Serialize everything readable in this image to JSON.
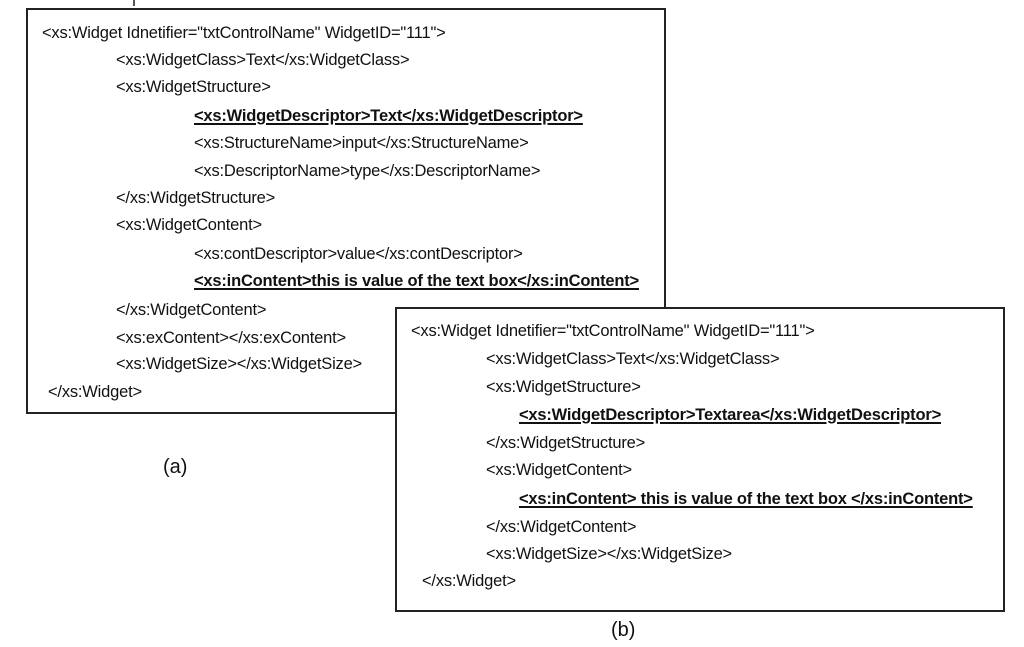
{
  "panel_a": {
    "caption": "(a)",
    "lines": [
      "<xs:Widget Idnetifier=\"txtControlName\" WidgetID=\"111\">",
      "<xs:WidgetClass>Text</xs:WidgetClass>",
      "<xs:WidgetStructure>",
      "<xs:WidgetDescriptor>Text</xs:WidgetDescriptor>",
      "<xs:StructureName>input</xs:StructureName>",
      "<xs:DescriptorName>type</xs:DescriptorName>",
      "</xs:WidgetStructure>",
      "<xs:WidgetContent>",
      "<xs:contDescriptor>value</xs:contDescriptor>",
      "<xs:inContent>this is value of the text box</xs:inContent>",
      "</xs:WidgetContent>",
      "<xs:exContent></xs:exContent>",
      "<xs:WidgetSize></xs:WidgetSize>",
      "</xs:Widget>"
    ]
  },
  "panel_b": {
    "caption": "(b)",
    "lines": [
      "<xs:Widget Idnetifier=\"txtControlName\" WidgetID=\"111\">",
      "<xs:WidgetClass>Text</xs:WidgetClass>",
      "<xs:WidgetStructure>",
      "<xs:WidgetDescriptor>Textarea</xs:WidgetDescriptor>",
      "</xs:WidgetStructure>",
      "<xs:WidgetContent>",
      "<xs:inContent> this is value of the text box </xs:inContent>",
      "</xs:WidgetContent>",
      "<xs:WidgetSize></xs:WidgetSize>",
      "</xs:Widget>"
    ]
  }
}
